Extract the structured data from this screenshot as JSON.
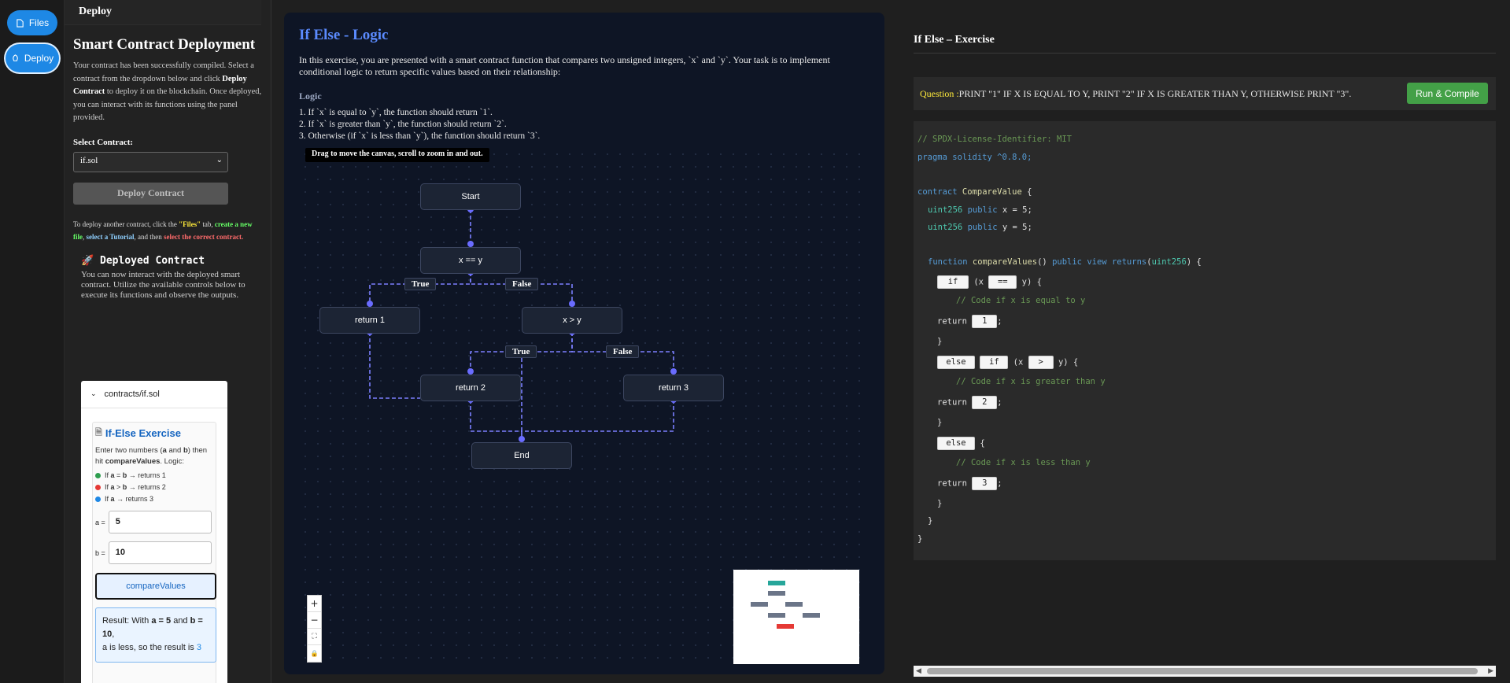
{
  "rail": {
    "files_label": "Files",
    "deploy_label": "Deploy"
  },
  "sidebar": {
    "header": "Deploy",
    "title": "Smart Contract Deployment",
    "intro_a": "Your contract has been successfully compiled. Select a contract from the dropdown below and click ",
    "intro_b": "Deploy Contract",
    "intro_c": " to deploy it on the blockchain. Once deployed, you can interact with its functions using the panel provided.",
    "select_label": "Select Contract:",
    "selected_contract": "if.sol",
    "deploy_button": "Deploy Contract",
    "hint": {
      "a": "To deploy another contract, click the ",
      "files": "\"Files\"",
      "b": " tab, ",
      "new_file": "create a new file",
      "c": ", ",
      "tutorial": "select a Tutorial",
      "d": ", and then ",
      "correct": "select the correct contract."
    },
    "deployed_icon": "🚀",
    "deployed_title": "Deployed Contract",
    "deployed_desc": "You can now interact with the deployed smart contract. Utilize the available controls below to execute its functions and observe the outputs.",
    "card": {
      "path": "contracts/if.sol",
      "exercise_title": "If-Else Exercise",
      "instr_a": "Enter two numbers (",
      "instr_b": "a",
      "instr_c": " and ",
      "instr_d": "b",
      "instr_e": ") then hit ",
      "instr_f": "compareValues",
      "instr_g": ". Logic:",
      "rules": [
        {
          "text_a": "If ",
          "a": "a",
          "op": " = ",
          "b": "b",
          "text_b": " → returns 1",
          "color": "#2e9e4f"
        },
        {
          "text_a": "If ",
          "a": "a",
          "op": " > ",
          "b": "b",
          "text_b": " → returns 2",
          "color": "#e53935"
        },
        {
          "text_a": "If ",
          "a": "a",
          "op": "",
          "b": "",
          "text_b": " → returns 3",
          "color": "#1e88e5"
        }
      ],
      "a_label": "a =",
      "a_value": "5",
      "b_label": "b =",
      "b_value": "10",
      "button": "compareValues",
      "result_a": "Result: With ",
      "result_b": "a = 5",
      "result_c": " and ",
      "result_d": "b = 10",
      "result_e": ",",
      "result_f": "a is less, so the result is ",
      "result_g": "3"
    }
  },
  "lesson": {
    "title": "If Else - Logic",
    "intro": "In this exercise, you are presented with a smart contract function that compares two unsigned integers, `x` and `y`. Your task is to implement conditional logic to return specific values based on their relationship:",
    "logic_heading": "Logic",
    "logic_items": [
      "1. If `x` is equal to `y`, the function should return `1`.",
      "2. If `x` is greater than `y`, the function should return `2`.",
      "3. Otherwise (if `x` is less than `y`), the function should return `3`."
    ],
    "canvas_tip": "Drag to move the canvas, scroll to zoom in and out.",
    "nodes": {
      "start": "Start",
      "eq": "x == y",
      "ret1": "return 1",
      "gt": "x > y",
      "ret2": "return 2",
      "ret3": "return 3",
      "end": "End"
    },
    "edge_labels": {
      "t1": "True",
      "f1": "False",
      "t2": "True",
      "f2": "False"
    },
    "zoom": {
      "plus": "+",
      "minus": "−",
      "fit": "⛶",
      "lock": "🔒"
    }
  },
  "exercise": {
    "title": "If Else – Exercise",
    "question_label": "Question :",
    "question_text": "PRINT \"1\" IF X IS EQUAL TO Y, PRINT \"2\" IF X IS GREATER THAN Y, OTHERWISE PRINT \"3\".",
    "run_button": "Run & Compile",
    "code": {
      "l1": "// SPDX-License-Identifier: MIT",
      "l2": "pragma solidity ^0.8.0;",
      "l3_kw": "contract",
      "l3_name": "CompareValue",
      "l3_end": "{",
      "l4_ty": "uint256",
      "l4_kw": "public",
      "l4_rest": "x = 5;",
      "l5_ty": "uint256",
      "l5_kw": "public",
      "l5_rest": "y = 5;",
      "l6_kw": "function",
      "l6_name": "compareValues",
      "l6_a": "()",
      "l6_pub": "public",
      "l6_view": "view",
      "l6_ret": "returns",
      "l6_ty": "uint256",
      "l6_end": ") {",
      "if_blank": "if",
      "x_open": "(x",
      "eq_blank": "==",
      "y_close": "y) {",
      "c1": "// Code if x is equal to y",
      "ret_kw": "return",
      "r1": "1",
      "semi": ";",
      "close": "}",
      "else_blank": "else",
      "if_blank2": "if",
      "gt_blank": ">",
      "c2": "// Code if x is greater than y",
      "r2": "2",
      "else_blank2": "else",
      "open": "{",
      "c3": "// Code if x is less than y",
      "r3": "3"
    }
  },
  "colors": {
    "accent": "#1e88e5",
    "lesson_title": "#5b8bff",
    "run": "#43a047",
    "edge": "#7b7fff"
  }
}
